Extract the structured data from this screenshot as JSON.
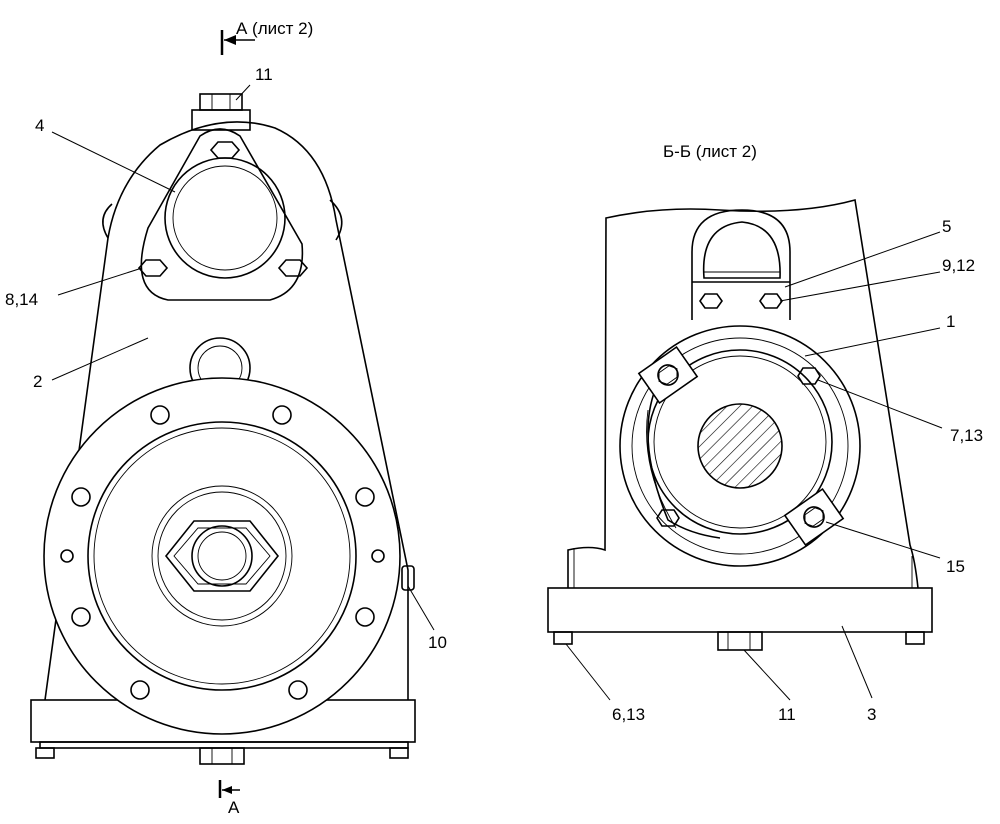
{
  "section_marks": {
    "top": "А (лист 2)",
    "bottom": "А",
    "section_view": "Б-Б (лист 2)"
  },
  "callouts_front_view": [
    "11",
    "4",
    "8,14",
    "2",
    "10"
  ],
  "callouts_section_view": [
    "5",
    "9,12",
    "1",
    "7,13",
    "15",
    "6,13",
    "11",
    "3"
  ]
}
